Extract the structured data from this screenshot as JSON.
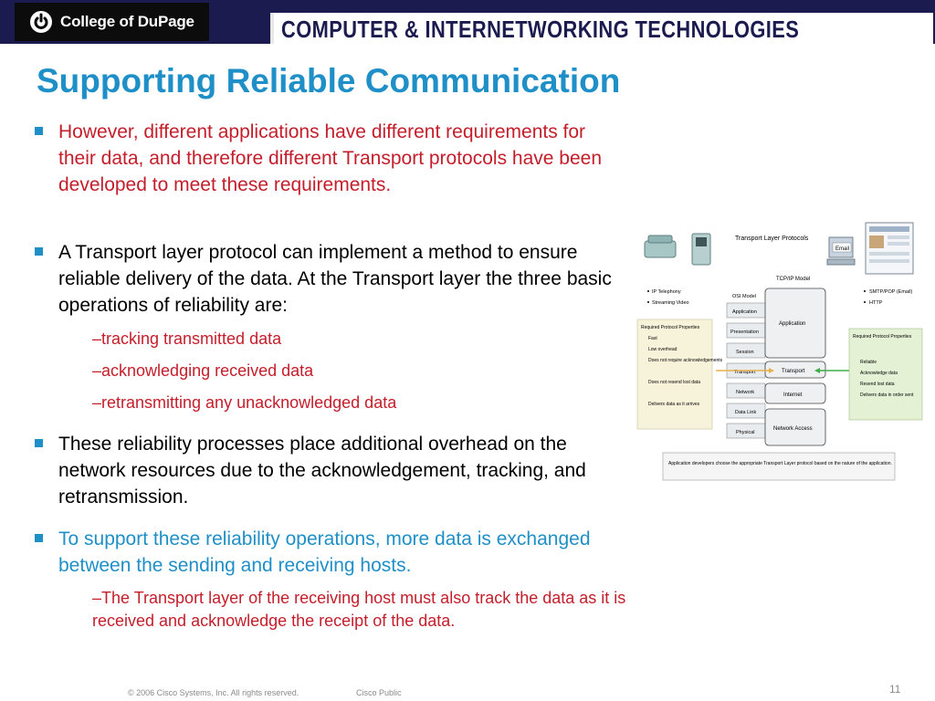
{
  "header": {
    "logo_text": "College of DuPage",
    "banner_text": "COMPUTER & INTERNETWORKING TECHNOLOGIES"
  },
  "slide": {
    "title": "Supporting Reliable Communication",
    "bullet1": "However, different applications have different requirements for their data, and therefore different Transport protocols have been developed to meet these requirements.",
    "bullet2": "A Transport layer protocol can implement a method to ensure reliable delivery of the data. At the Transport layer the three basic operations of reliability are:",
    "sub1": "–tracking transmitted data",
    "sub2": "–acknowledging received data",
    "sub3": "–retransmitting any unacknowledged data",
    "bullet3": "These reliability processes place additional overhead on the network resources due to the acknowledgement, tracking, and retransmission.",
    "bullet4": "To support these reliability operations, more data is exchanged between the sending and receiving hosts.",
    "sub4": "–The Transport layer of the receiving host must also track the data as it is received and acknowledge the receipt of the data."
  },
  "diagram": {
    "title": "Transport Layer Protocols",
    "email_label": "Email",
    "model_label": "TCP/IP Model",
    "left_apps": [
      "IP Telephony",
      "Streaming Video"
    ],
    "right_apps": [
      "SMTP/POP (Email)",
      "HTTP"
    ],
    "osi_header": "OSI Model",
    "osi_layers": [
      "Application",
      "Presentation",
      "Session",
      "Transport",
      "Network",
      "Data Link",
      "Physical"
    ],
    "tcpip_layers": [
      "Application",
      "Transport",
      "Internet",
      "Network Access"
    ],
    "left_props_title": "Required Protocol Properties",
    "left_props": [
      "Fast",
      "Low overhead",
      "Does not require acknowledgements",
      "Does not resend lost data",
      "Delivers data as it arrives"
    ],
    "right_props_title": "Required Protocol Properties",
    "right_props": [
      "Reliable",
      "Acknowledge data",
      "Resend lost data",
      "Delivers data in order sent"
    ],
    "caption": "Application developers choose the appropriate Transport Layer protocol based on the nature of the application."
  },
  "footer": {
    "copyright": "© 2006 Cisco Systems, Inc. All rights reserved.",
    "classification": "Cisco Public",
    "page_number": "11"
  },
  "colors": {
    "title_blue": "#1f8fc7",
    "accent_red": "#c41e2a",
    "header_navy": "#1b1b4f"
  }
}
